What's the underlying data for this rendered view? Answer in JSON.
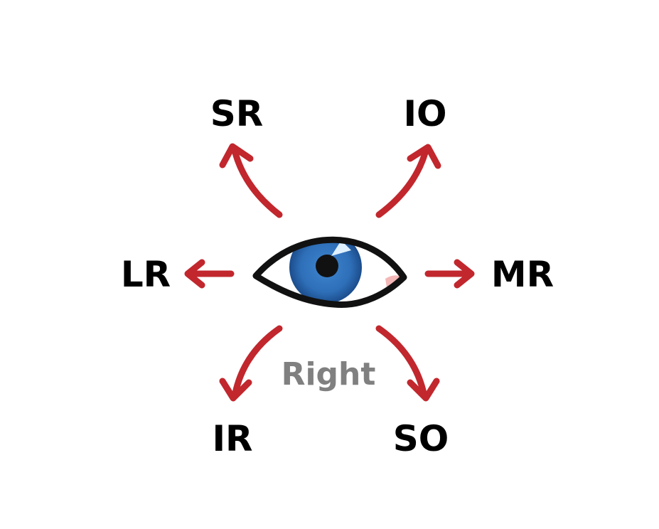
{
  "labels": {
    "sr": "SR",
    "io": "IO",
    "lr": "LR",
    "mr": "MR",
    "ir": "IR",
    "so": "SO",
    "side": "Right"
  },
  "colors": {
    "arrow": "#c1272d",
    "label": "#000000",
    "side_label": "#808080",
    "iris": "#2e6fb8",
    "iris_dark": "#1d4f8f",
    "pupil": "#111111",
    "outline": "#111111",
    "caruncle": "#f3b7b7"
  },
  "icons": {
    "eye": "eye-icon"
  }
}
